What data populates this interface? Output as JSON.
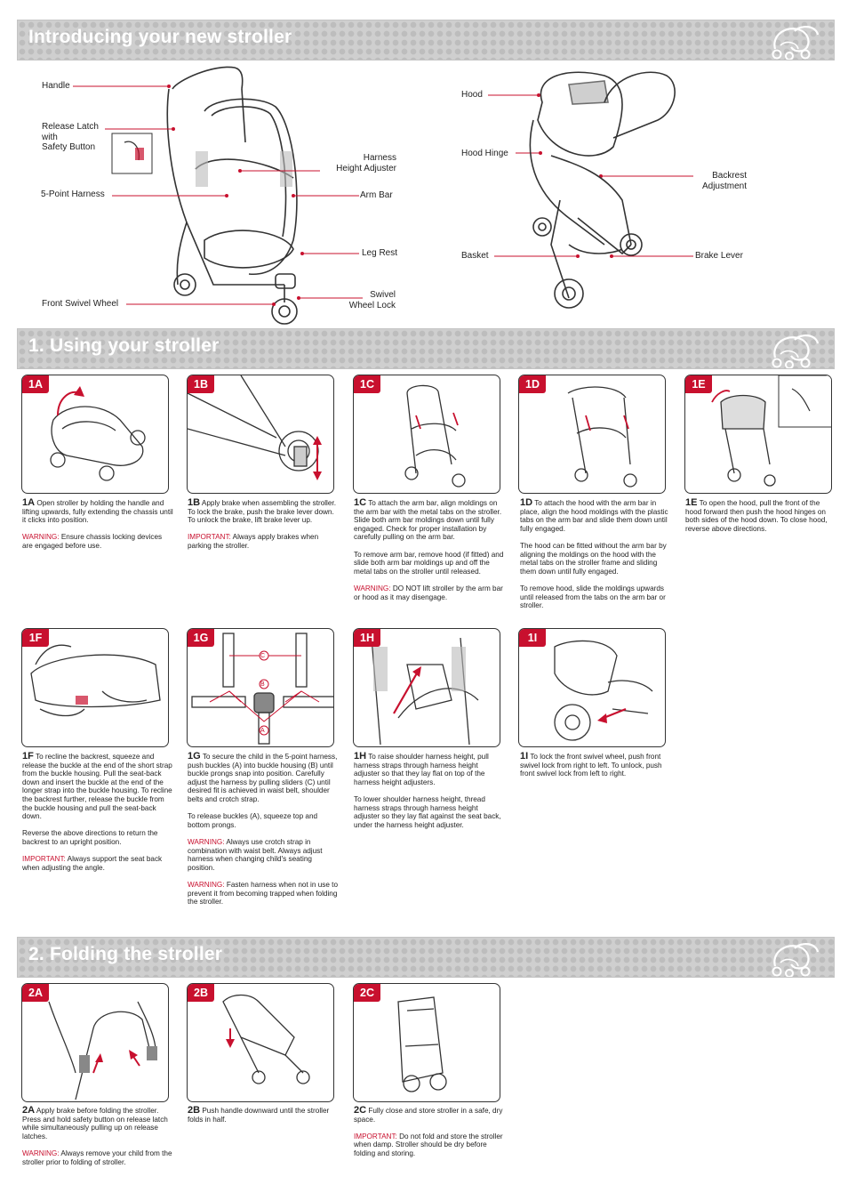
{
  "sections": {
    "intro": {
      "title": "Introducing your new stroller"
    },
    "using": {
      "title": "1. Using your stroller"
    },
    "folding": {
      "title": "2. Folding the stroller"
    }
  },
  "intro_labels": {
    "handle": "Handle",
    "release_latch": "Release Latch\nwith\nSafety Button",
    "five_point": "5-Point Harness",
    "front_wheel": "Front Swivel Wheel",
    "harness_height": "Harness\nHeight Adjuster",
    "arm_bar": "Arm Bar",
    "leg_rest": "Leg Rest",
    "swivel_lock": "Swivel\nWheel Lock",
    "hood": "Hood",
    "hood_hinge": "Hood Hinge",
    "basket": "Basket",
    "backrest": "Backrest\nAdjustment",
    "brake_lever": "Brake Lever"
  },
  "steps": {
    "1A": {
      "tag": "1A",
      "text": "Open stroller by holding the handle and lifting upwards, fully extending the chassis until it clicks into position.",
      "warn_label": "WARNING:",
      "warn": "Ensure chassis locking devices are engaged before use."
    },
    "1B": {
      "tag": "1B",
      "text": "Apply brake when assembling the stroller. To lock the brake, push the brake lever down. To unlock the brake, lift brake lever up.",
      "warn_label": "IMPORTANT:",
      "warn": "Always apply brakes when parking the stroller."
    },
    "1C": {
      "tag": "1C",
      "text": "To attach the arm bar, align moldings on the arm bar with the metal tabs on the stroller. Slide both arm bar moldings down until fully engaged. Check for proper installation by carefully pulling on the arm bar.",
      "text2": "To remove arm bar, remove hood (if fitted) and slide both arm bar moldings up and off the metal tabs on the stroller until released.",
      "warn_label": "WARNING:",
      "warn": "DO NOT lift stroller by the arm bar or hood as it may disengage."
    },
    "1D": {
      "tag": "1D",
      "text": "To attach the hood with the arm bar in place, align the hood moldings with the plastic tabs on the arm bar and slide them down until fully engaged.",
      "text2": "The hood can be fitted without the arm bar by aligning the moldings on the hood with the metal tabs on the stroller frame and sliding them down until fully engaged.",
      "text3": "To remove hood, slide the moldings upwards until released from the tabs on the arm bar or stroller."
    },
    "1E": {
      "tag": "1E",
      "text": "To open the hood, pull the front of the hood forward then push the hood hinges on both sides of the hood down. To close hood, reverse above directions."
    },
    "1F": {
      "tag": "1F",
      "text": "To recline the backrest, squeeze and release the buckle at the end of the short strap from the buckle housing. Pull the seat-back down and insert the buckle at the end of the longer strap into the buckle housing. To recline the backrest further, release the buckle from the buckle housing and pull the seat-back down.",
      "text2": "Reverse the above directions to return the backrest to an upright position.",
      "warn_label": "IMPORTANT:",
      "warn": "Always support the seat back when adjusting the angle."
    },
    "1G": {
      "tag": "1G",
      "text": "To secure the child in the 5-point harness, push buckles (A) into buckle housing (B) until buckle prongs snap into position. Carefully adjust the harness by pulling sliders (C) until desired fit is achieved in waist belt, shoulder belts and crotch strap.",
      "text2": "To release buckles (A), squeeze top and bottom prongs.",
      "warn_label": "WARNING:",
      "warn": "Always use crotch strap in combination with waist belt. Always adjust harness when changing child's seating position.",
      "warn2": "Fasten harness when not in use to prevent it from becoming trapped when folding the stroller.",
      "callout_a": "A",
      "callout_b": "B",
      "callout_c": "C"
    },
    "1H": {
      "tag": "1H",
      "text": "To raise shoulder harness height, pull harness straps through harness height adjuster so that they lay flat on top of the harness height adjusters.",
      "text2": "To lower shoulder harness height, thread harness straps through harness height adjuster so they lay flat against the seat back, under the harness height adjuster."
    },
    "1I": {
      "tag": "1I",
      "text": "To lock the front swivel wheel, push front swivel lock from right to left. To unlock, push front swivel lock from left to right."
    },
    "2A": {
      "tag": "2A",
      "text": "Apply brake before folding the stroller. Press and hold safety button on release latch while simultaneously pulling up on release latches.",
      "warn_label": "WARNING:",
      "warn": "Always remove your child from the stroller prior to folding of stroller."
    },
    "2B": {
      "tag": "2B",
      "text": "Push handle downward until the stroller folds in half."
    },
    "2C": {
      "tag": "2C",
      "text": "Fully close and store stroller in a safe, dry space.",
      "warn_label": "IMPORTANT:",
      "warn": "Do not fold and store the stroller when damp. Stroller should be dry before folding and storing."
    }
  },
  "colors": {
    "accent": "#c8102e",
    "banner": "#cfcfcf",
    "line": "#333333"
  }
}
